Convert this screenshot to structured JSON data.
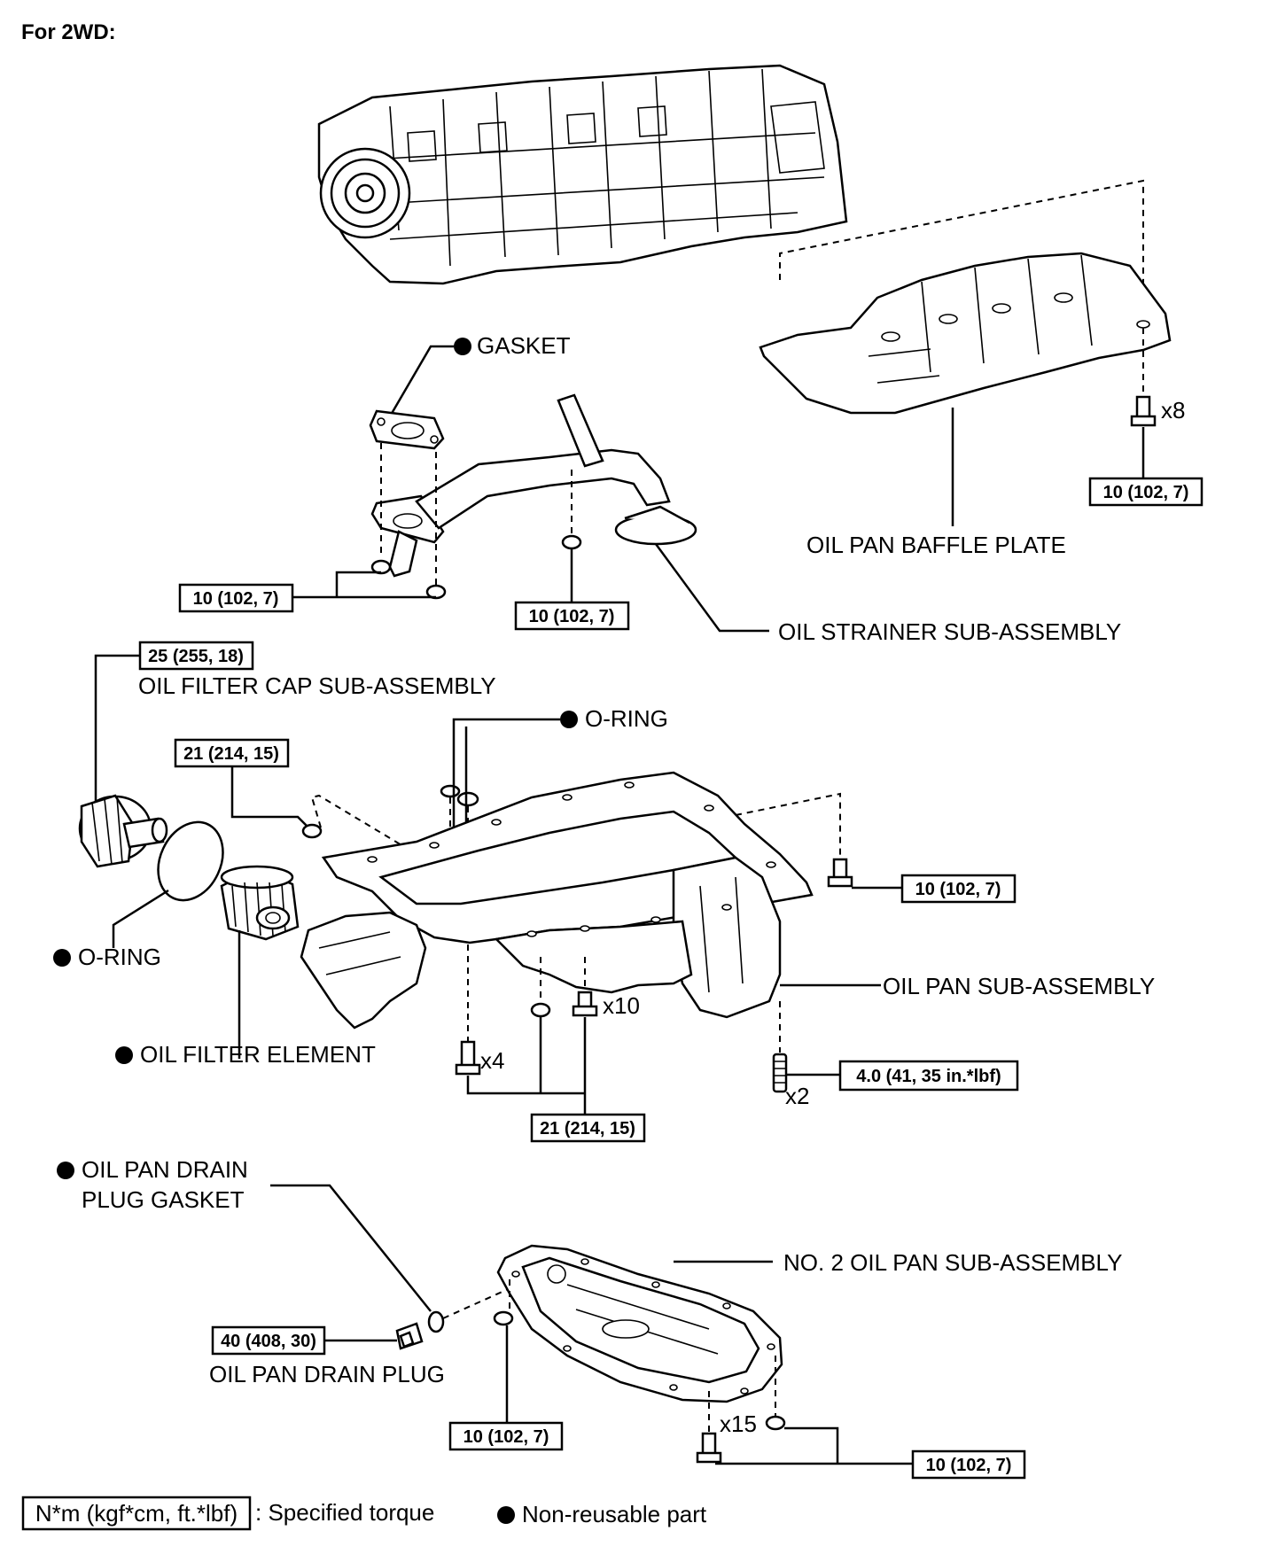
{
  "title": "For 2WD:",
  "labels": {
    "gasket": "GASKET",
    "oil_pan_baffle_plate": "OIL PAN BAFFLE PLATE",
    "oil_strainer": "OIL STRAINER SUB-ASSEMBLY",
    "oil_filter_cap": "OIL FILTER CAP SUB-ASSEMBLY",
    "o_ring_pan": "O-RING",
    "o_ring_filter": "O-RING",
    "oil_filter_element": "OIL FILTER ELEMENT",
    "oil_pan": "OIL PAN SUB-ASSEMBLY",
    "drain_plug_gasket_line1": "OIL PAN DRAIN",
    "drain_plug_gasket_line2": "PLUG GASKET",
    "no2_oil_pan": "NO. 2 OIL PAN SUB-ASSEMBLY",
    "drain_plug": "OIL PAN DRAIN PLUG"
  },
  "torques": {
    "baffle": "10 (102, 7)",
    "strainer_left": "10 (102, 7)",
    "strainer_center": "10 (102, 7)",
    "filter_cap": "25 (255, 18)",
    "pan_left_nut": "21 (214, 15)",
    "pan_right_bolt": "10 (102, 7)",
    "pan_bottom_stud": "4.0 (41, 35 in.*lbf)",
    "pan_bottom": "21 (214, 15)",
    "drain_plug": "40 (408, 30)",
    "no2_pan_left": "10 (102, 7)",
    "no2_pan_right": "10 (102, 7)"
  },
  "quantities": {
    "baffle_bolts": "x8",
    "pan_bolts_x10": "x10",
    "pan_bolts_x4": "x4",
    "pan_studs": "x2",
    "no2_pan_bolts": "x15"
  },
  "legend": {
    "torque_format": "N*m (kgf*cm, ft.*lbf)",
    "torque_desc": ": Specified torque",
    "nonreusable": "Non-reusable part"
  }
}
